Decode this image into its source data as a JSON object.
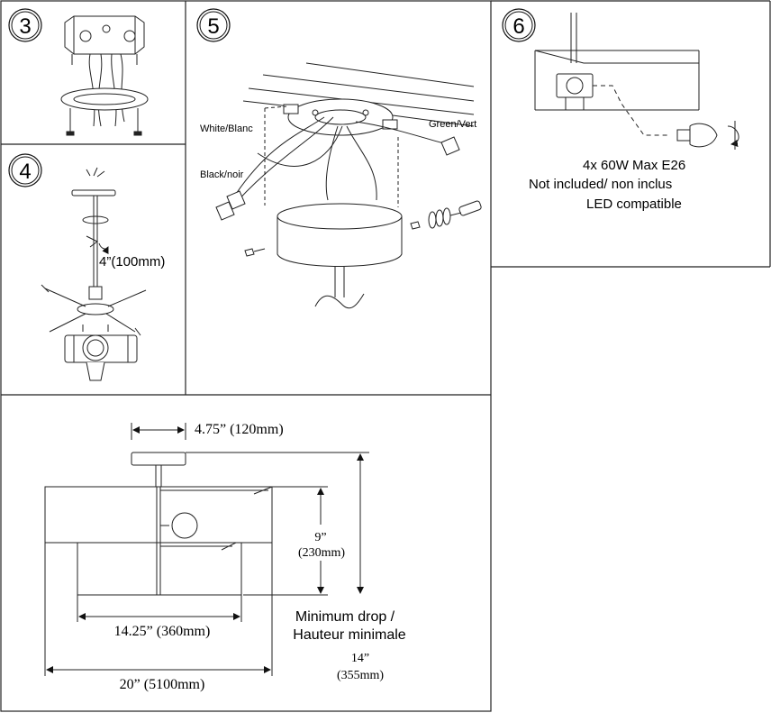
{
  "steps": {
    "s3": "3",
    "s4": "4",
    "s5": "5",
    "s6": "6"
  },
  "step4": {
    "wire_length": "4”(100mm)"
  },
  "step5": {
    "white_label": "White/Blanc",
    "black_label": "Black/noir",
    "green_label": "Green/Vert"
  },
  "step6": {
    "bulb_line1": "4x 60W Max E26",
    "bulb_line2": "Not included/ non inclus",
    "bulb_line3": "LED compatible"
  },
  "dimensions": {
    "canopy_width": "4.75” (120mm)",
    "height_in": "9”",
    "height_mm": "(230mm)",
    "inner_width": "14.25” (360mm)",
    "outer_width": "20” (5100mm)",
    "min_drop_line1": "Minimum drop /",
    "min_drop_line2": "Hauteur minimale",
    "drop_in": "14”",
    "drop_mm": "(355mm)"
  }
}
